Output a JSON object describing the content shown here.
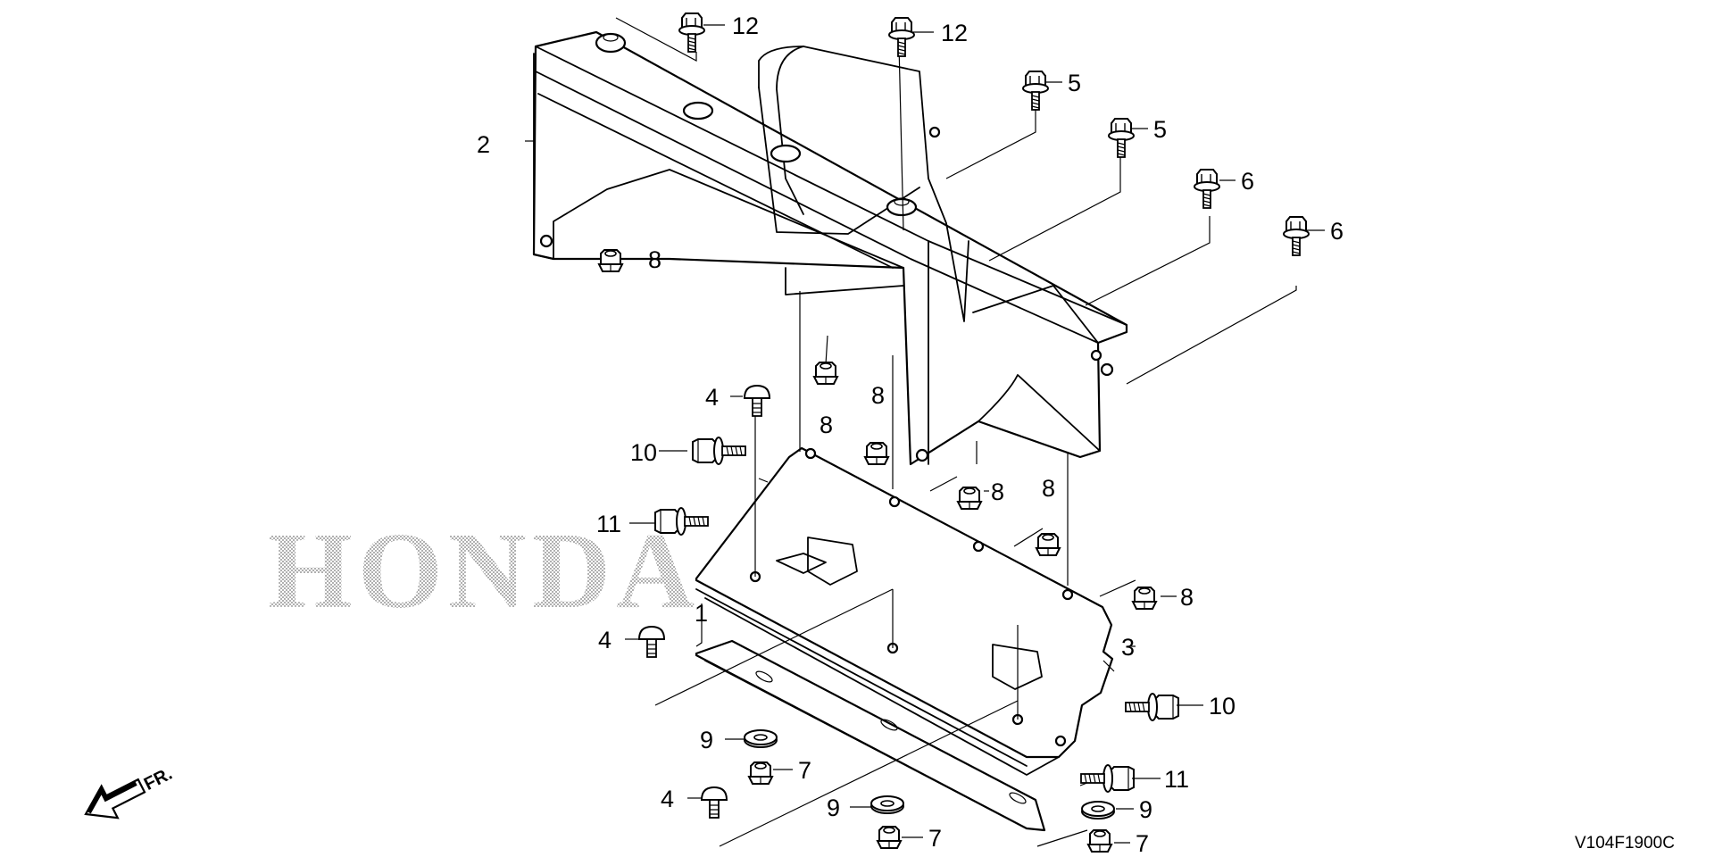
{
  "diagram": {
    "watermark": "HONDA",
    "drawing_code": "V104F1900C",
    "direction_label": "FR.",
    "callouts": {
      "c1": "1",
      "c2": "2",
      "c3": "3",
      "c4a": "4",
      "c4b": "4",
      "c4c": "4",
      "c5a": "5",
      "c5b": "5",
      "c6a": "6",
      "c6b": "6",
      "c7a": "7",
      "c7b": "7",
      "c7c": "7",
      "c8a": "8",
      "c8b": "8",
      "c8c": "8",
      "c8d": "8",
      "c8e": "8",
      "c8f": "8",
      "c9a": "9",
      "c9b": "9",
      "c9c": "9",
      "c10a": "10",
      "c10b": "10",
      "c11a": "11",
      "c11b": "11",
      "c12a": "12",
      "c12b": "12"
    }
  }
}
